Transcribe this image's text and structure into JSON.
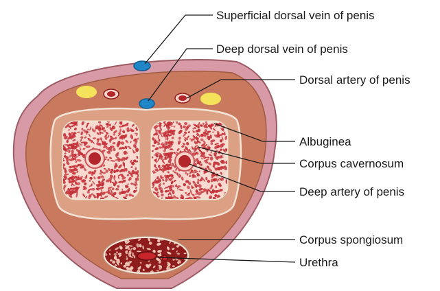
{
  "labels": {
    "superficial_dorsal_vein": "Superficial dorsal vein of penis",
    "deep_dorsal_vein": "Deep dorsal vein of penis",
    "dorsal_artery": "Dorsal artery of penis",
    "albuginea": "Albuginea",
    "corpus_cavernosum": "Corpus cavernosum",
    "deep_artery": "Deep artery of penis",
    "corpus_spongiosum": "Corpus spongiosum",
    "urethra": "Urethra"
  },
  "colors": {
    "skin_outer": "#d79aa6",
    "fascia": "#c97a5e",
    "cavernosum_fill": "#f7d9cf",
    "erectile_tissue": "#c4333a",
    "spongiosum_dark": "#8e1c1c",
    "vein_blue": "#1f87c7",
    "nerve_yellow": "#f4e25a",
    "leader_line": "#1a1a1a"
  }
}
